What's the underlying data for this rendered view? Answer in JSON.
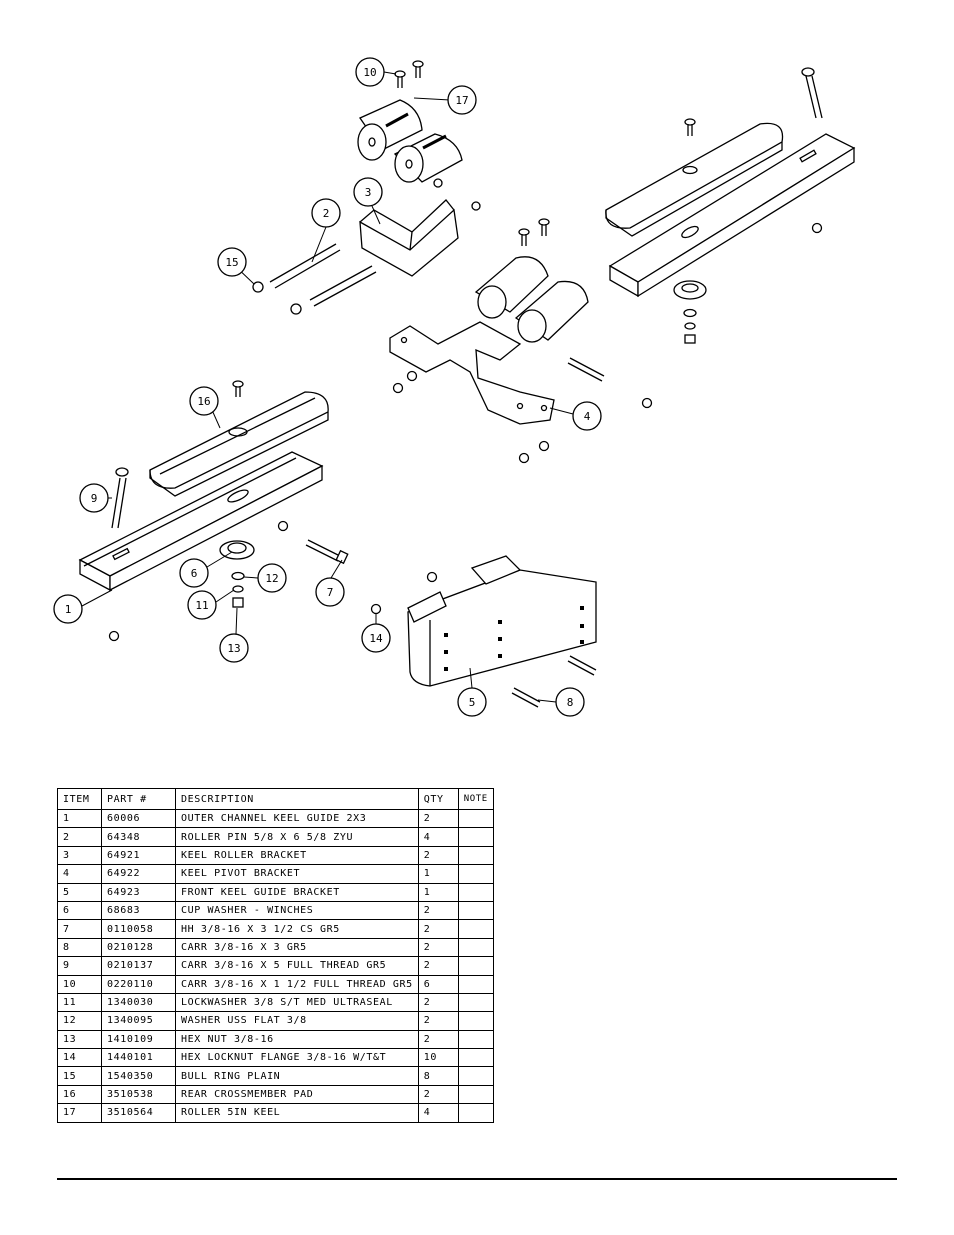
{
  "callouts": [
    "1",
    "2",
    "3",
    "4",
    "5",
    "6",
    "7",
    "8",
    "9",
    "10",
    "11",
    "12",
    "13",
    "14",
    "15",
    "16",
    "17"
  ],
  "table": {
    "headers": {
      "item": "ITEM",
      "part": "PART #",
      "description": "DESCRIPTION",
      "qty": "QTY",
      "note": "NOTE"
    },
    "rows": [
      {
        "item": "1",
        "part": "60006",
        "description": "OUTER CHANNEL KEEL GUIDE 2X3",
        "qty": "2",
        "note": ""
      },
      {
        "item": "2",
        "part": "64348",
        "description": "ROLLER PIN  5/8 X 6 5/8 ZYU",
        "qty": "4",
        "note": ""
      },
      {
        "item": "3",
        "part": "64921",
        "description": "KEEL ROLLER BRACKET",
        "qty": "2",
        "note": ""
      },
      {
        "item": "4",
        "part": "64922",
        "description": "KEEL PIVOT BRACKET",
        "qty": "1",
        "note": ""
      },
      {
        "item": "5",
        "part": "64923",
        "description": "FRONT KEEL GUIDE BRACKET",
        "qty": "1",
        "note": ""
      },
      {
        "item": "6",
        "part": "68683",
        "description": "CUP WASHER - WINCHES",
        "qty": "2",
        "note": ""
      },
      {
        "item": "7",
        "part": "0110058",
        "description": "HH 3/8-16 X 3 1/2 CS GR5",
        "qty": "2",
        "note": ""
      },
      {
        "item": "8",
        "part": "0210128",
        "description": "CARR 3/8-16 X 3 GR5",
        "qty": "2",
        "note": ""
      },
      {
        "item": "9",
        "part": "0210137",
        "description": "CARR 3/8-16 X 5 FULL THREAD GR5",
        "qty": "2",
        "note": ""
      },
      {
        "item": "10",
        "part": "0220110",
        "description": "CARR 3/8-16 X 1 1/2 FULL THREAD GR5",
        "qty": "6",
        "note": ""
      },
      {
        "item": "11",
        "part": "1340030",
        "description": "LOCKWASHER 3/8 S/T MED ULTRASEAL",
        "qty": "2",
        "note": ""
      },
      {
        "item": "12",
        "part": "1340095",
        "description": "WASHER USS FLAT 3/8",
        "qty": "2",
        "note": ""
      },
      {
        "item": "13",
        "part": "1410109",
        "description": "HEX NUT 3/8-16",
        "qty": "2",
        "note": ""
      },
      {
        "item": "14",
        "part": "1440101",
        "description": "HEX LOCKNUT FLANGE 3/8-16 W/T&T",
        "qty": "10",
        "note": ""
      },
      {
        "item": "15",
        "part": "1540350",
        "description": "BULL RING PLAIN",
        "qty": "8",
        "note": ""
      },
      {
        "item": "16",
        "part": "3510538",
        "description": "REAR CROSSMEMBER PAD",
        "qty": "2",
        "note": ""
      },
      {
        "item": "17",
        "part": "3510564",
        "description": "ROLLER 5IN KEEL",
        "qty": "4",
        "note": ""
      }
    ]
  }
}
